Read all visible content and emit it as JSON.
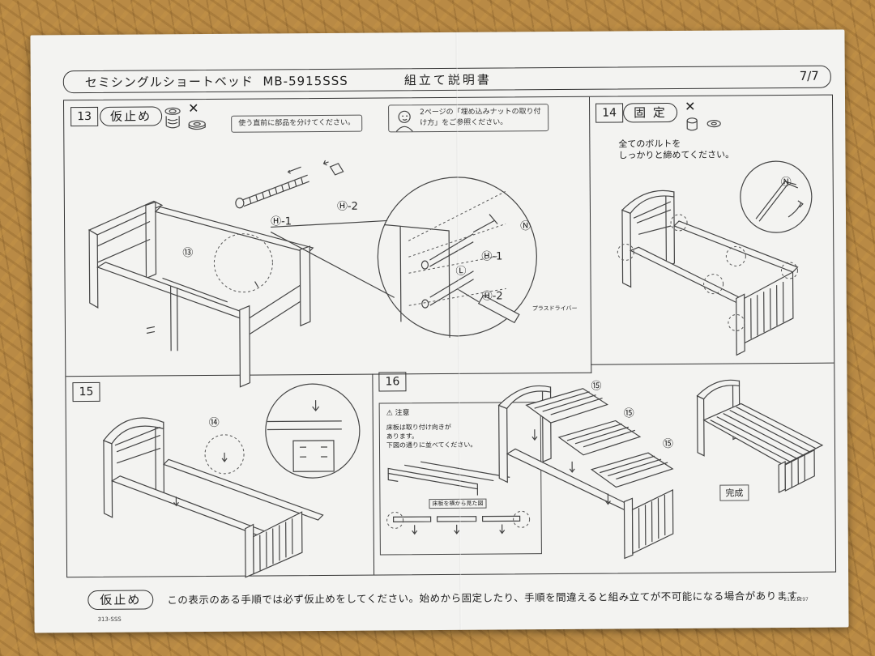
{
  "header": {
    "product_name": "セミシングルショートベッド",
    "model": "MB-5915SSS",
    "doc_title": "組立て説明書",
    "page": "7/7"
  },
  "step13": {
    "number": "13",
    "mode": "仮止め",
    "note_parts": "使う直前に部品を分けてください。",
    "note_ref": "2ページの「埋め込みナットの取り付け方」をご参照ください。",
    "part_h1": "Ⓗ-1",
    "part_h2": "Ⓗ-2",
    "part_n": "Ⓝ",
    "part_l": "Ⓛ",
    "panel_ref": "⑬",
    "tool": "プラスドライバー"
  },
  "step14": {
    "number": "14",
    "mode": "固 定",
    "instruction_line1": "全てのボルトを",
    "instruction_line2": "しっかりと締めてください。",
    "part_n": "Ⓝ"
  },
  "step15": {
    "number": "15",
    "panel_ref": "⑭"
  },
  "step16": {
    "number": "16",
    "caution_title": "注意",
    "caution_line1": "床板は取り付け向きが",
    "caution_line2": "あります。",
    "caution_line3": "下図の通りに並べてください。",
    "side_view_label": "床板を横から見た図",
    "slat_ref": "⑮",
    "done_label": "完成"
  },
  "footer": {
    "mode": "仮止め",
    "text": "この表示のある手順では必ず仮止めをしてください。始めから固定したり、手順を間違えると組み立てが不可能になる場合があります。",
    "code": "313-SSS",
    "code2": "21121297"
  }
}
